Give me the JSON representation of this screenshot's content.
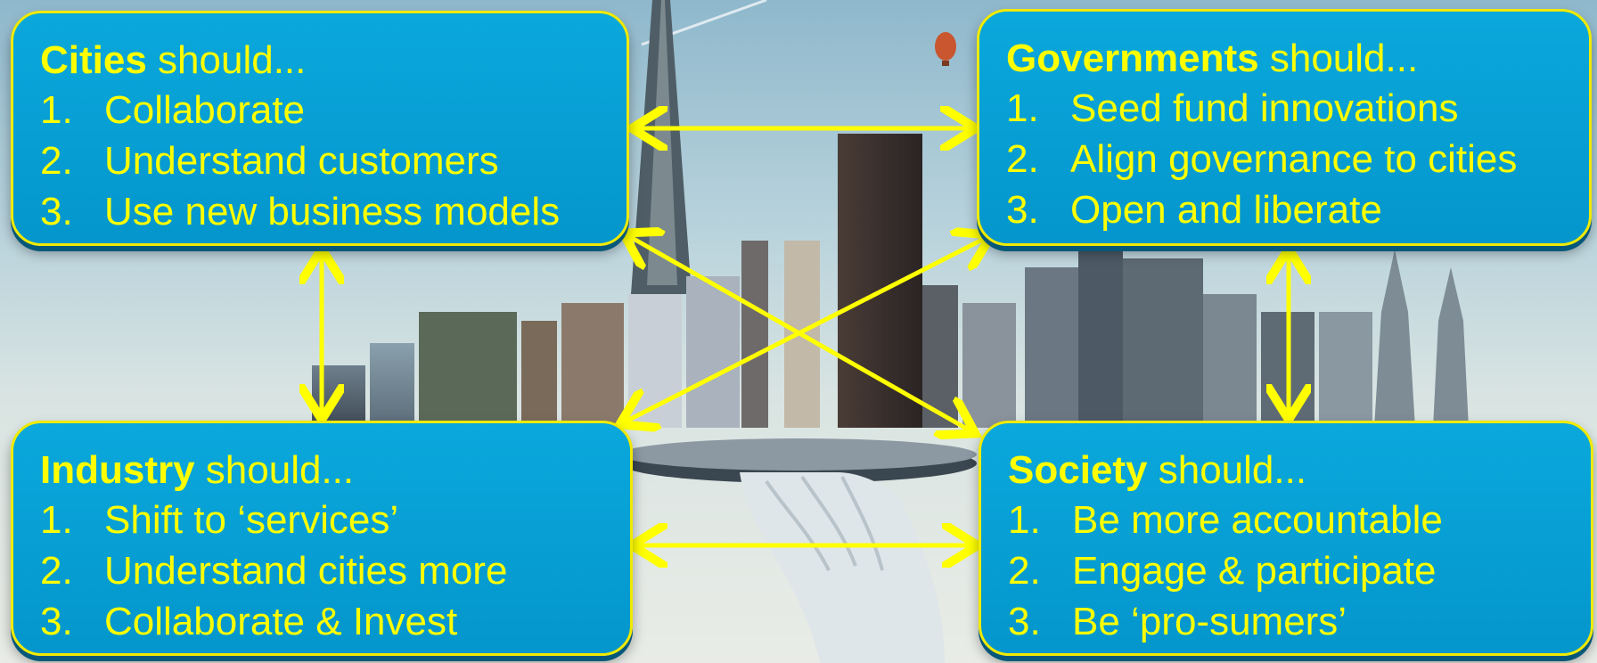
{
  "cards": {
    "cities": {
      "title_bold": "Cities",
      "title_rest": " should...",
      "items": [
        {
          "num": "1.",
          "text": "Collaborate"
        },
        {
          "num": "2.",
          "text": "Understand customers"
        },
        {
          "num": "3.",
          "text": "Use new business models"
        }
      ]
    },
    "governments": {
      "title_bold": "Governments",
      "title_rest": " should...",
      "items": [
        {
          "num": "1.",
          "text": "Seed fund innovations"
        },
        {
          "num": "2.",
          "text": "Align governance to cities"
        },
        {
          "num": "3.",
          "text": "Open and liberate"
        }
      ]
    },
    "industry": {
      "title_bold": "Industry",
      "title_rest": " should...",
      "items": [
        {
          "num": "1.",
          "text": "Shift to ‘services’"
        },
        {
          "num": "2.",
          "text": "Understand cities more"
        },
        {
          "num": "3.",
          "text": "Collaborate & Invest"
        }
      ]
    },
    "society": {
      "title_bold": "Society",
      "title_rest": " should...",
      "items": [
        {
          "num": "1.",
          "text": "Be more accountable"
        },
        {
          "num": "2.",
          "text": "Engage & participate"
        },
        {
          "num": "3.",
          "text": "Be ‘pro-sumers’"
        }
      ]
    }
  },
  "colors": {
    "card_fill": "#0aa8dc",
    "card_border": "#f0ea00",
    "text": "#ffff00",
    "arrow": "#ffff00"
  }
}
